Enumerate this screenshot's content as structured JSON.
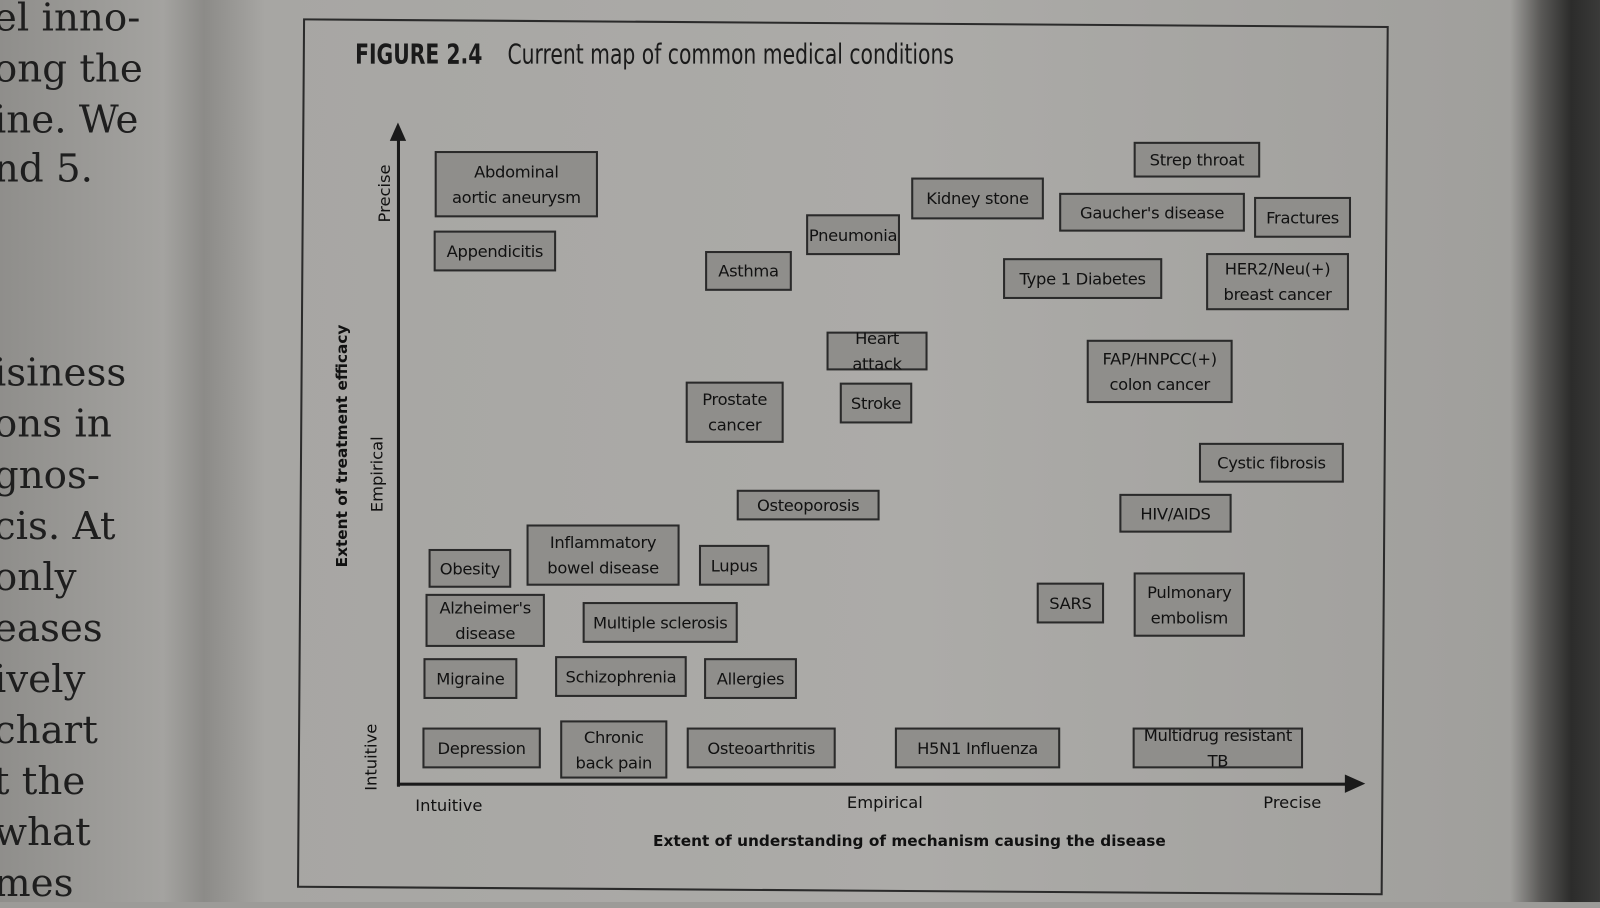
{
  "page_text_left": [
    "el inno-",
    "ong the",
    "ine. We",
    "nd 5.",
    "isiness",
    "ons  in",
    "gnos-",
    "cis. At",
    " only",
    "eases",
    "ively",
    "chart",
    "t the",
    "what",
    "mes"
  ],
  "figure": {
    "number": "FIGURE 2.4",
    "title": "Current map of common medical conditions"
  },
  "y_axis": {
    "title": "Extent of treatment efficacy",
    "ticks": [
      "Intuitive",
      "Empirical",
      "Precise"
    ]
  },
  "x_axis": {
    "title": "Extent of understanding of mechanism causing the disease",
    "ticks": [
      "Intuitive",
      "Empirical",
      "Precise"
    ]
  },
  "conditions": [
    {
      "label": "Abdominal\naortic aneurysm"
    },
    {
      "label": "Appendicitis"
    },
    {
      "label": "Asthma"
    },
    {
      "label": "Pneumonia"
    },
    {
      "label": "Kidney stone"
    },
    {
      "label": "Strep throat"
    },
    {
      "label": "Gaucher's disease"
    },
    {
      "label": "Fractures"
    },
    {
      "label": "Type 1 Diabetes"
    },
    {
      "label": "HER2/Neu(+)\nbreast cancer"
    },
    {
      "label": "Heart attack"
    },
    {
      "label": "FAP/HNPCC(+)\ncolon cancer"
    },
    {
      "label": "Prostate\ncancer"
    },
    {
      "label": "Stroke"
    },
    {
      "label": "Cystic fibrosis"
    },
    {
      "label": "Osteoporosis"
    },
    {
      "label": "HIV/AIDS"
    },
    {
      "label": "Inflammatory\nbowel disease"
    },
    {
      "label": "Obesity"
    },
    {
      "label": "Lupus"
    },
    {
      "label": "Alzheimer's\ndisease"
    },
    {
      "label": "Multiple sclerosis"
    },
    {
      "label": "SARS"
    },
    {
      "label": "Pulmonary\nembolism"
    },
    {
      "label": "Migraine"
    },
    {
      "label": "Schizophrenia"
    },
    {
      "label": "Allergies"
    },
    {
      "label": "Depression"
    },
    {
      "label": "Chronic\nback pain"
    },
    {
      "label": "Osteoarthritis"
    },
    {
      "label": "H5N1 Influenza"
    },
    {
      "label": "Multidrug resistant TB"
    }
  ]
}
